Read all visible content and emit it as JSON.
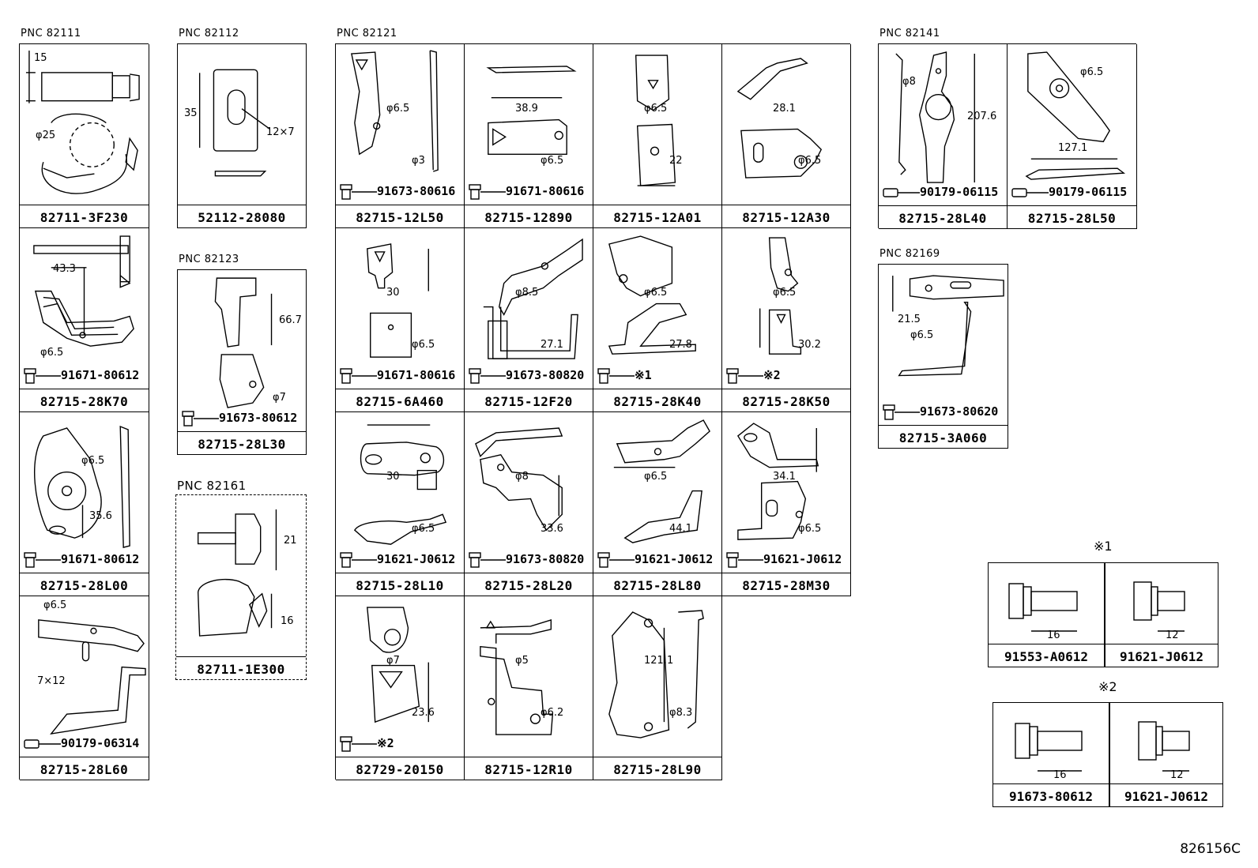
{
  "pnc": {
    "p82111": "PNC 82111",
    "p82112": "PNC 82112",
    "p82121": "PNC 82121",
    "p82123": "PNC 82123",
    "p82161": "PNC 82161",
    "p82141": "PNC 82141",
    "p82169": "PNC 82169"
  },
  "col1": [
    {
      "part": "82711-3F230",
      "dims": [
        "15",
        "φ25"
      ]
    },
    {
      "part": "82715-28K70",
      "bolt": "91671-80612",
      "dims": [
        "43.3",
        "φ6.5"
      ]
    },
    {
      "part": "82715-28L00",
      "bolt": "91671-80612",
      "dims": [
        "φ6.5",
        "35.6"
      ]
    },
    {
      "part": "82715-28L60",
      "bolt": "90179-06314",
      "dims": [
        "φ6.5",
        "7×12"
      ]
    }
  ],
  "c82112": {
    "part": "52112-28080",
    "dims": [
      "35",
      "12×7"
    ]
  },
  "c82123": {
    "part": "82715-28L30",
    "bolt": "91673-80612",
    "dims": [
      "66.7",
      "φ7"
    ]
  },
  "c82161": {
    "part": "82711-1E300",
    "dims": [
      "21",
      "16"
    ]
  },
  "grid": [
    {
      "part": "82715-12L50",
      "bolt": "91673-80616",
      "dims": [
        "φ6.5",
        "φ3"
      ]
    },
    {
      "part": "82715-12890",
      "bolt": "91671-80616",
      "dims": [
        "38.9",
        "φ6.5"
      ]
    },
    {
      "part": "82715-12A01",
      "dims": [
        "φ6.5",
        "22"
      ]
    },
    {
      "part": "82715-12A30",
      "dims": [
        "28.1",
        "φ6.5"
      ]
    },
    {
      "part": "82715-6A460",
      "bolt": "91671-80616",
      "dims": [
        "30",
        "φ6.5"
      ]
    },
    {
      "part": "82715-12F20",
      "bolt": "91673-80820",
      "dims": [
        "φ8.5",
        "27.1"
      ]
    },
    {
      "part": "82715-28K40",
      "bolt": "※1",
      "dims": [
        "φ6.5",
        "27.8"
      ]
    },
    {
      "part": "82715-28K50",
      "bolt": "※2",
      "dims": [
        "φ6.5",
        "30.2"
      ]
    },
    {
      "part": "82715-28L10",
      "bolt": "91621-J0612",
      "dims": [
        "30",
        "φ6.5"
      ]
    },
    {
      "part": "82715-28L20",
      "bolt": "91673-80820",
      "dims": [
        "φ8",
        "33.6"
      ]
    },
    {
      "part": "82715-28L80",
      "bolt": "91621-J0612",
      "dims": [
        "φ6.5",
        "44.1"
      ]
    },
    {
      "part": "82715-28M30",
      "bolt": "91621-J0612",
      "dims": [
        "34.1",
        "φ6.5"
      ]
    },
    {
      "part": "82729-20150",
      "bolt": "※2",
      "dims": [
        "φ7",
        "23.6"
      ]
    },
    {
      "part": "82715-12R10",
      "dims": [
        "φ5",
        "φ6.2"
      ]
    },
    {
      "part": "82715-28L90",
      "dims": [
        "121.1",
        "φ8.3"
      ]
    }
  ],
  "c82141": [
    {
      "part": "82715-28L40",
      "bolt": "90179-06115",
      "dims": [
        "φ8",
        "207.6"
      ]
    },
    {
      "part": "82715-28L50",
      "bolt": "90179-06115",
      "dims": [
        "φ6.5",
        "127.1"
      ]
    }
  ],
  "c82169": {
    "part": "82715-3A060",
    "bolt": "91673-80620",
    "dims": [
      "21.5",
      "φ6.5"
    ]
  },
  "note1": {
    "mark": "※1",
    "parts": [
      "91553-A0612",
      "91621-J0612"
    ],
    "dims": [
      "16",
      "12"
    ]
  },
  "note2": {
    "mark": "※2",
    "parts": [
      "91673-80612",
      "91621-J0612"
    ],
    "dims": [
      "16",
      "12"
    ]
  },
  "ref": "826156C"
}
